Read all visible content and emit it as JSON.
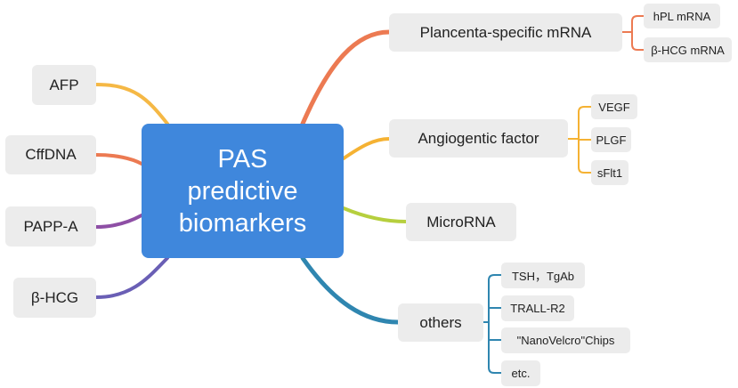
{
  "central": {
    "lines": [
      "PAS",
      "predictive",
      "biomarkers"
    ]
  },
  "left_nodes": [
    {
      "label": "AFP",
      "color": "#f5b845"
    },
    {
      "label": "CffDNA",
      "color": "#ec7a52"
    },
    {
      "label": "PAPP-A",
      "color": "#8e4fa5"
    },
    {
      "label": "β-HCG",
      "color": "#6a5fb5"
    }
  ],
  "right_nodes": [
    {
      "label": "Plancenta-specific mRNA",
      "color": "#ec7a52",
      "children": [
        "hPL mRNA",
        "β-HCG mRNA"
      ]
    },
    {
      "label": "Angiogentic factor",
      "color": "#f5b233",
      "children": [
        "VEGF",
        "PLGF",
        "sFlt1"
      ]
    },
    {
      "label": "MicroRNA",
      "color": "#b6cf3e",
      "children": []
    },
    {
      "label": "others",
      "color": "#2f86b0",
      "children": [
        "TSH，TgAb",
        "TRALL-R2",
        "\"NanoVelcro\"Chips",
        "etc."
      ]
    }
  ]
}
